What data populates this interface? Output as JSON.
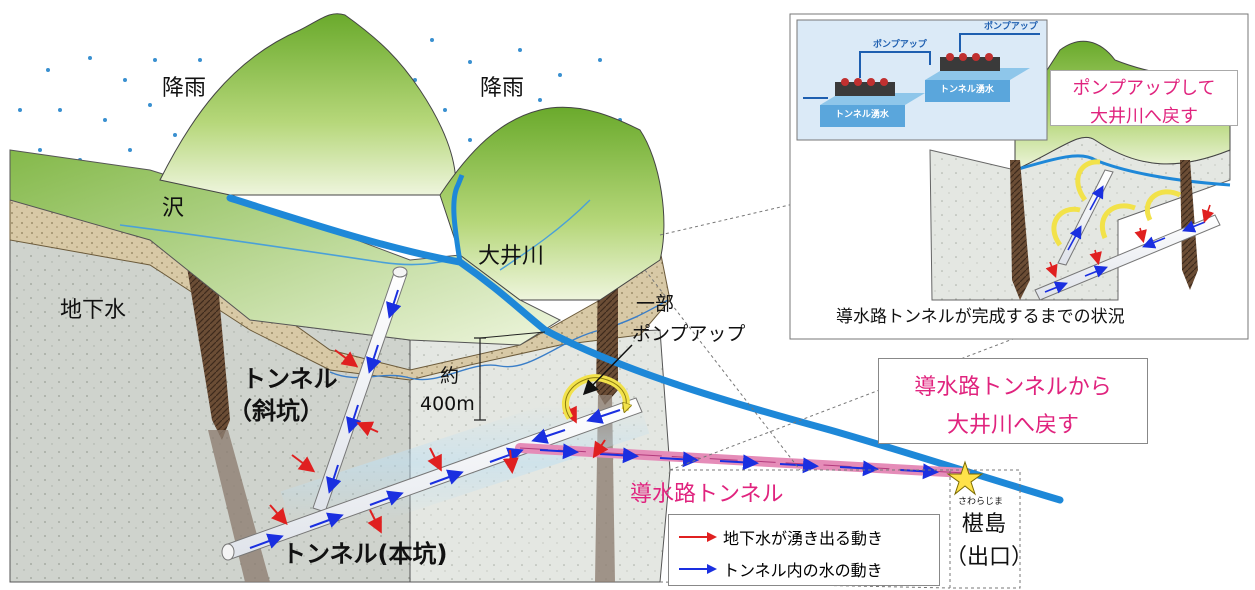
{
  "labels": {
    "rain_left": "降雨",
    "rain_right": "降雨",
    "stream": "沢",
    "groundwater": "地下水",
    "oi_river": "大井川",
    "partial_pump_line1": "一部",
    "partial_pump_line2": "ポンプアップ",
    "depth_line1": "約",
    "depth_line2": "400m",
    "inclined_shaft_line1": "トンネル",
    "inclined_shaft_line2": "（斜坑）",
    "main_tunnel": "トンネル(本坑)",
    "headrace_tunnel": "導水路トンネル",
    "exit_ruby": "さわらじま",
    "exit_name": "椹島",
    "exit_paren": "（出口）"
  },
  "callout": {
    "line1": "導水路トンネルから",
    "line2": "大井川へ戻す"
  },
  "inset": {
    "caption": "導水路トンネルが完成するまでの状況",
    "pump_back_line1": "ポンプアップして",
    "pump_back_line2": "大井川へ戻す",
    "mini_pump_label_1": "ポンプアップ",
    "mini_pump_label_2": "ポンプアップ",
    "mini_tank_label_1": "トンネル湧水",
    "mini_tank_label_2": "トンネル湧水"
  },
  "legend": {
    "items": [
      {
        "label": "地下水が湧き出る動き",
        "color": "#e02020"
      },
      {
        "label": "トンネル内の水の動き",
        "color": "#1a2fe0"
      }
    ]
  },
  "colors": {
    "river": "#1e88d8",
    "mountain_green": "#8fc24e",
    "ground": "#c9cdc7",
    "callout_text": "#e0237e",
    "groundwater_arrow": "#e02020",
    "tunnel_flow_arrow": "#1a2fe0"
  }
}
